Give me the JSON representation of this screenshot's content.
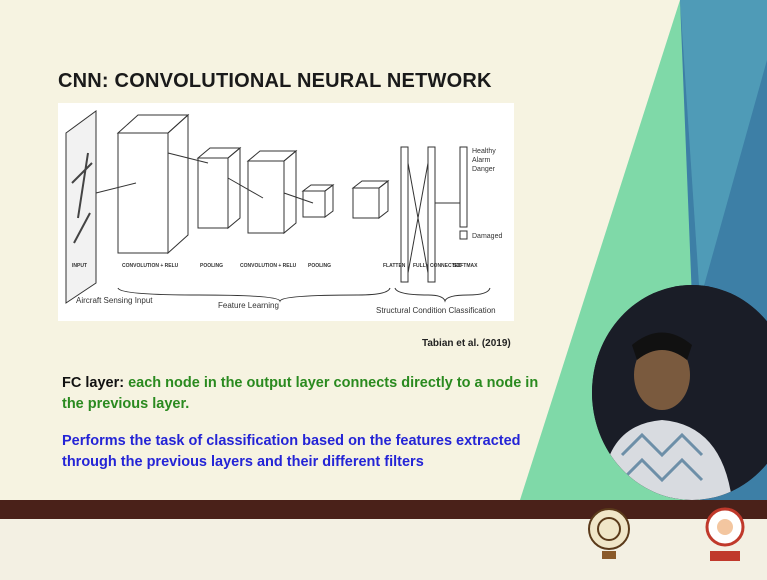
{
  "slide": {
    "title": "CNN: CONVOLUTIONAL NEURAL NETWORK",
    "citation": "Tabian et al. (2019)",
    "fc_label": "FC layer:",
    "fc_text": "each node in the output layer connects directly to a node in the previous layer.",
    "classification_text": "Performs the task of classification based on the features extracted through the previous layers and their different filters"
  },
  "diagram": {
    "stage_labels": [
      "INPUT",
      "CONVOLUTION + RELU",
      "POOLING",
      "CONVOLUTION + RELU",
      "POOLING",
      "FLATTEN",
      "FULLY CONNECTED",
      "SOFTMAX"
    ],
    "group_labels": [
      "Aircraft Sensing Input",
      "Feature Learning",
      "Structural Condition Classification"
    ],
    "outputs": [
      "Healthy",
      "Alarm",
      "Danger",
      "Damaged"
    ]
  },
  "colors": {
    "green_text": "#2a8a1f",
    "blue_text": "#2424d6",
    "footer_bar": "#4a2119",
    "accent_blue": "#3d7fa6",
    "accent_green": "#7fd9a8"
  },
  "icons": [
    "iit-kgp-logo-icon",
    "nptel-logo-icon"
  ]
}
